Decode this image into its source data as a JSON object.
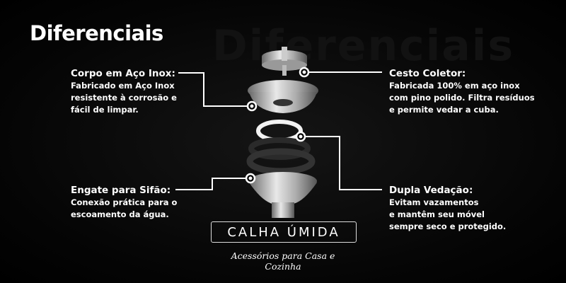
{
  "title": "Diferenciais",
  "features": [
    {
      "heading": "Corpo em Aço Inox:",
      "lines": [
        "Fabricado em Aço Inox",
        "resistente à corrosão e",
        "fácil de limpar."
      ]
    },
    {
      "heading": "Cesto Coletor:",
      "lines": [
        "Fabricada 100% em aço inox",
        "com pino polido. Filtra resíduos",
        "e permite vedar a cuba."
      ]
    },
    {
      "heading": "Engate para Sifão:",
      "lines": [
        "Conexão prática para o",
        "escoamento da água."
      ]
    },
    {
      "heading": "Dupla Vedação:",
      "lines": [
        "Evitam vazamentos",
        "e mantêm seu móvel",
        "sempre seco e protegido."
      ]
    }
  ],
  "brand": {
    "name": "CALHA ÚMIDA",
    "tagline": "Acessórios para Casa e Cozinha"
  }
}
